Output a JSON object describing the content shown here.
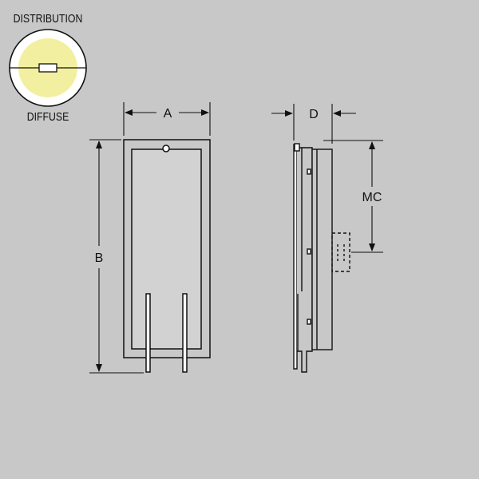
{
  "legend": {
    "heading": "DISTRIBUTION",
    "caption": "DIFFUSE",
    "glow_color": "#f2f0a0"
  },
  "dimensions": {
    "width_label": "A",
    "height_label": "B",
    "depth_label": "D",
    "mount_center_label": "MC"
  },
  "colors": {
    "background": "#c8c8c8",
    "line": "#111111",
    "panel_fill": "#d2d2d2"
  }
}
